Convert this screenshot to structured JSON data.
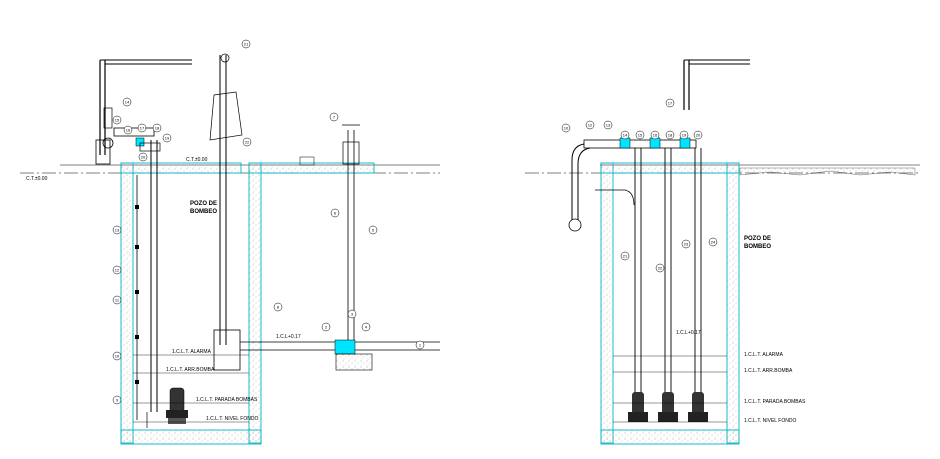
{
  "left_section": {
    "title_line1": "POZO DE",
    "title_line2": "BOMBEO",
    "ground_level": "C.T.±0.00",
    "top_level": "C.T.±0.00",
    "pipe_level": "1.C.L+0.17",
    "levels": [
      "1.C.L.T. ALARMA",
      "1.C.L.T. ARR.BOMBA",
      "1.C.L.T. PARADA BOMBAS",
      "1.C.L.T. NIVEL FONDO"
    ],
    "callouts": [
      "1",
      "2",
      "3",
      "4",
      "5",
      "6",
      "7",
      "8",
      "9",
      "10",
      "11",
      "12",
      "13",
      "14",
      "15",
      "16",
      "17",
      "18",
      "19",
      "20",
      "21",
      "22"
    ]
  },
  "right_section": {
    "title_line1": "POZO DE",
    "title_line2": "BOMBEO",
    "pipe_level": "1.C.L+0.17",
    "levels": [
      "1.C.L.T. ALARMA",
      "1.C.L.T. ARR.BOMBA",
      "1.C.L.T. PARADA BOMBAS",
      "1.C.L.T. NIVEL FONDO"
    ],
    "callouts": [
      "10",
      "12",
      "13",
      "14",
      "15",
      "16",
      "17",
      "18",
      "19",
      "20",
      "21",
      "22",
      "23",
      "24"
    ]
  },
  "colors": {
    "structure": "#00b7c7",
    "line": "#000000",
    "valve": "#00e5ff"
  }
}
